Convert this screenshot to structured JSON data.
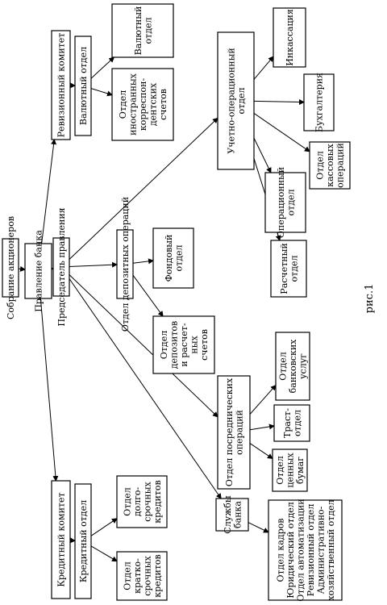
{
  "caption": "рис.1",
  "nodes": {
    "shareholders": [
      "Собрание акционеров"
    ],
    "board": [
      "Правление банка"
    ],
    "chairman": [
      "Председатель правления"
    ],
    "audit": [
      "Ревизионный комитет"
    ],
    "fx_main": [
      "Валютный отдел"
    ],
    "fx_dept": [
      "Валютный",
      "отдел"
    ],
    "corr": [
      "Отдел",
      "иностранных",
      "корреспон-",
      "дентских",
      "счетов"
    ],
    "credit_comm": [
      "Кредитный комитет"
    ],
    "credit_main": [
      "Кредитный отдел"
    ],
    "long_credit": [
      "Отдел",
      "долго-",
      "срочных",
      "кредитов"
    ],
    "short_credit": [
      "Отдел",
      "кратко-",
      "срочных",
      "кредитов"
    ],
    "deposit_ops": [
      "Отдел депозитных операций"
    ],
    "fund": [
      "Фондовый",
      "отдел"
    ],
    "deposits": [
      "Отдел",
      "депозитов",
      "и расчет-",
      "ных",
      "счетов"
    ],
    "accounting_ops": [
      "Учетно-операционный",
      "отдел"
    ],
    "collection": [
      "Инкассация"
    ],
    "bookkeeping": [
      "Бухгалтерия"
    ],
    "cash": [
      "Отдел",
      "кассовых",
      "операций"
    ],
    "operations": [
      "Операционный",
      "отдел"
    ],
    "settlement": [
      "Расчетный",
      "отдел"
    ],
    "intermediary": [
      "Отдел посреднических",
      "операций"
    ],
    "bank_services": [
      "Отдел",
      "банковских",
      "услуг"
    ],
    "trust": [
      "Траст-",
      "отдел"
    ],
    "securities": [
      "Отдел",
      "ценных",
      "бумаг"
    ],
    "services": [
      "Службы",
      "банка"
    ],
    "staff": [
      "Отдел кадров",
      "Юридический отдел",
      "Отдел автоматизации",
      "Ревизионный отдел",
      "Административно-",
      "хозяйственный отдел"
    ]
  }
}
